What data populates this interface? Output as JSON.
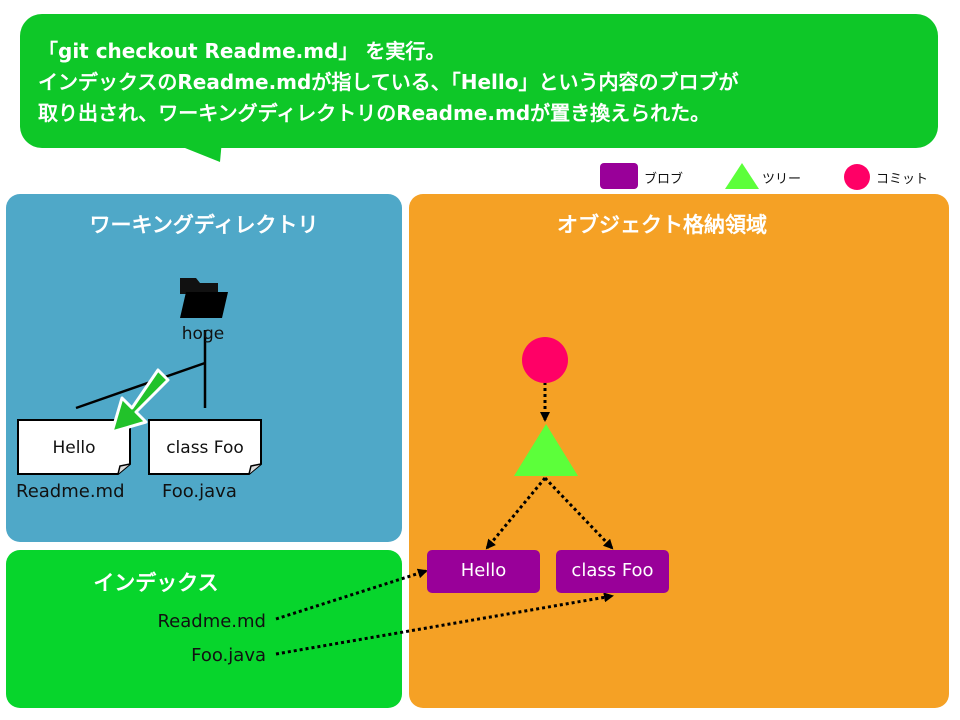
{
  "callout": {
    "line1": "「git checkout Readme.md」 を実行。",
    "line2": "インデックスのReadme.mdが指している、「Hello」という内容のブロブが",
    "line3": "取り出され、ワーキングディレクトリのReadme.mdが置き換えられた。",
    "color": "#0ec728"
  },
  "legend": {
    "blob": "ブロブ",
    "tree": "ツリー",
    "commit": "コミット"
  },
  "working_directory": {
    "title": "ワーキングディレクトリ",
    "folder_name": "hoge",
    "files": [
      {
        "content": "Hello",
        "filename": "Readme.md"
      },
      {
        "content": "class Foo",
        "filename": "Foo.java"
      }
    ],
    "color": "#4fa8c8"
  },
  "index": {
    "title": "インデックス",
    "entries": [
      "Readme.md",
      "Foo.java"
    ],
    "color": "#07d52c"
  },
  "object_store": {
    "title": "オブジェクト格納領域",
    "blobs": [
      "Hello",
      "class Foo"
    ],
    "color": "#f5a125",
    "blob_color": "#990099",
    "tree_color": "#5cff3a",
    "commit_color": "#ff0066"
  }
}
